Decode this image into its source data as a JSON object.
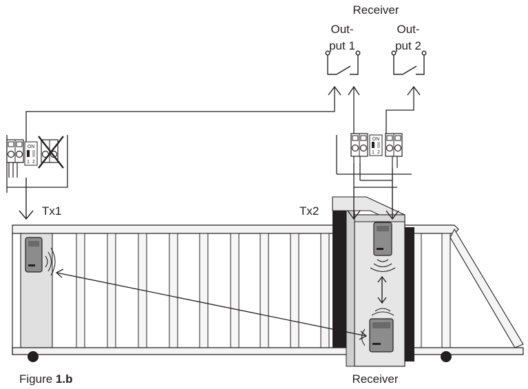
{
  "labels": {
    "receiver_top": "Receiver",
    "output1_line1": "Out-",
    "output1_line2": "put 1",
    "output2_line1": "Out-",
    "output2_line2": "put 2",
    "tx1": "Tx1",
    "tx2": "Tx2",
    "receiver_bottom": "Receiver",
    "figure_prefix": "Figure ",
    "figure_number": "1.b",
    "dip_on": "ON",
    "dip_1": "1",
    "dip_2": "2"
  },
  "colors": {
    "ink": "#231f20",
    "gate_fill": "#f4f4f4",
    "post_fill": "#e6e6e6",
    "device_fill": "#8c8c8c",
    "shade": "#d8d8d8"
  }
}
